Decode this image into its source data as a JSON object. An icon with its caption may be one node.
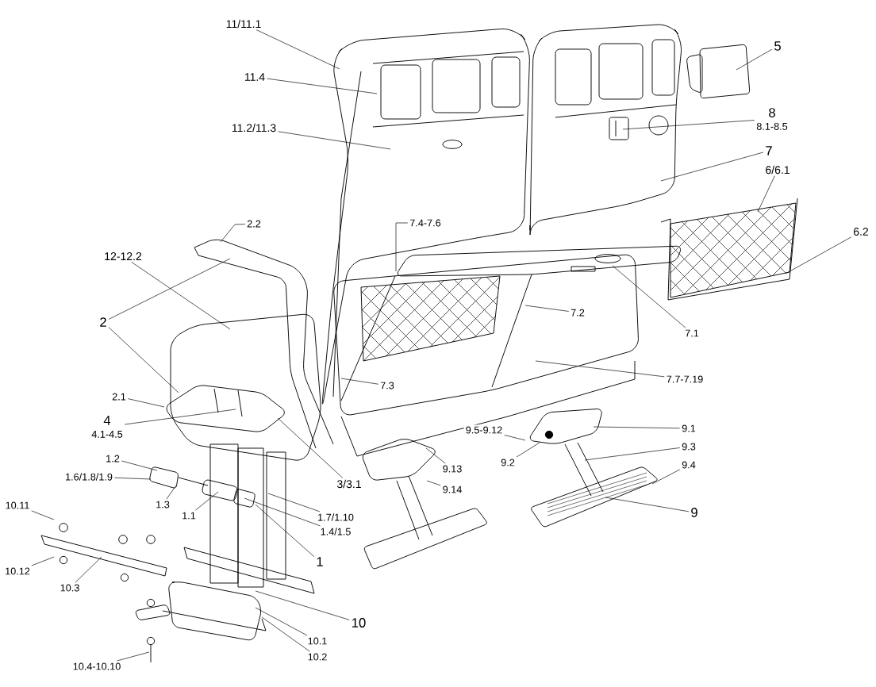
{
  "diagram": {
    "nodes": [
      {
        "text": [
          "11/11.1"
        ]
      },
      {
        "text": [
          "11.4"
        ]
      },
      {
        "text": [
          "11.2/11.3"
        ]
      },
      {
        "text": [
          "5"
        ]
      },
      {
        "text": [
          "8",
          "8.1-8.5"
        ]
      },
      {
        "text": [
          "7"
        ]
      },
      {
        "text": [
          "6/6.1"
        ]
      },
      {
        "text": [
          "2.2"
        ]
      },
      {
        "text": [
          "7.4-7.6"
        ]
      },
      {
        "text": [
          "6.2"
        ]
      },
      {
        "text": [
          "12-12.2"
        ]
      },
      {
        "text": [
          "2"
        ]
      },
      {
        "text": [
          "7.2"
        ]
      },
      {
        "text": [
          "7.1"
        ]
      },
      {
        "text": [
          "7.7-7.19"
        ]
      },
      {
        "text": [
          "7.3"
        ]
      },
      {
        "text": [
          "2.1"
        ]
      },
      {
        "text": [
          "4",
          "4.1-4.5"
        ]
      },
      {
        "text": [
          "9.1"
        ]
      },
      {
        "text": [
          "9.5-9.12"
        ]
      },
      {
        "text": [
          "9.3"
        ]
      },
      {
        "text": [
          "9.2"
        ]
      },
      {
        "text": [
          "1.2"
        ]
      },
      {
        "text": [
          "9.13"
        ]
      },
      {
        "text": [
          "9.4"
        ]
      },
      {
        "text": [
          "1.6/1.8/1.9"
        ]
      },
      {
        "text": [
          "3/3.1"
        ]
      },
      {
        "text": [
          "9.14"
        ]
      },
      {
        "text": [
          "10.11"
        ]
      },
      {
        "text": [
          "1.3"
        ]
      },
      {
        "text": [
          "9"
        ]
      },
      {
        "text": [
          "1.1"
        ]
      },
      {
        "text": [
          "1.7/1.10"
        ]
      },
      {
        "text": [
          "1.4/1.5"
        ]
      },
      {
        "text": [
          "1"
        ]
      },
      {
        "text": [
          "10.12"
        ]
      },
      {
        "text": [
          "10.3"
        ]
      },
      {
        "text": [
          "10"
        ]
      },
      {
        "text": [
          "10.1"
        ]
      },
      {
        "text": [
          "10.2"
        ]
      },
      {
        "text": [
          "10.4-10.10"
        ]
      }
    ],
    "edges": [
      {
        "from": 0,
        "to": null,
        "arrow": "none"
      },
      {
        "from": 1,
        "to": null,
        "arrow": "none"
      },
      {
        "from": 2,
        "to": null,
        "arrow": "none"
      },
      {
        "from": 3,
        "to": null,
        "arrow": "none"
      },
      {
        "from": 4,
        "to": null,
        "arrow": "none"
      },
      {
        "from": 5,
        "to": null,
        "arrow": "none"
      },
      {
        "from": 6,
        "to": null,
        "arrow": "none"
      },
      {
        "from": 7,
        "to": null,
        "arrow": "none"
      },
      {
        "from": 8,
        "to": null,
        "arrow": "none"
      },
      {
        "from": 9,
        "to": null,
        "arrow": "none"
      },
      {
        "from": 10,
        "to": null,
        "arrow": "none"
      },
      {
        "from": 11,
        "to": null,
        "arrow": "none"
      },
      {
        "from": 11,
        "to": null,
        "arrow": "none"
      },
      {
        "from": 12,
        "to": null,
        "arrow": "none"
      },
      {
        "from": 13,
        "to": null,
        "arrow": "none"
      },
      {
        "from": 14,
        "to": null,
        "arrow": "none"
      },
      {
        "from": 15,
        "to": null,
        "arrow": "none"
      },
      {
        "from": 16,
        "to": null,
        "arrow": "none"
      },
      {
        "from": 17,
        "to": null,
        "arrow": "none"
      },
      {
        "from": 18,
        "to": null,
        "arrow": "none"
      },
      {
        "from": 19,
        "to": null,
        "arrow": "none"
      },
      {
        "from": 20,
        "to": null,
        "arrow": "none"
      },
      {
        "from": 21,
        "to": null,
        "arrow": "none"
      },
      {
        "from": 22,
        "to": null,
        "arrow": "none"
      },
      {
        "from": 23,
        "to": null,
        "arrow": "none"
      },
      {
        "from": 24,
        "to": null,
        "arrow": "none"
      },
      {
        "from": 25,
        "to": null,
        "arrow": "none"
      },
      {
        "from": 26,
        "to": null,
        "arrow": "none"
      },
      {
        "from": 27,
        "to": null,
        "arrow": "none"
      },
      {
        "from": 28,
        "to": null,
        "arrow": "none"
      },
      {
        "from": 29,
        "to": null,
        "arrow": "none"
      },
      {
        "from": 30,
        "to": null,
        "arrow": "none"
      },
      {
        "from": 31,
        "to": null,
        "arrow": "none"
      },
      {
        "from": 32,
        "to": null,
        "arrow": "none"
      },
      {
        "from": 33,
        "to": null,
        "arrow": "none"
      },
      {
        "from": 34,
        "to": null,
        "arrow": "none"
      },
      {
        "from": 35,
        "to": null,
        "arrow": "none"
      },
      {
        "from": 36,
        "to": null,
        "arrow": "none"
      },
      {
        "from": 37,
        "to": null,
        "arrow": "none"
      },
      {
        "from": 38,
        "to": null,
        "arrow": "none"
      },
      {
        "from": 39,
        "to": null,
        "arrow": "none"
      },
      {
        "from": 40,
        "to": null,
        "arrow": "none"
      }
    ]
  }
}
